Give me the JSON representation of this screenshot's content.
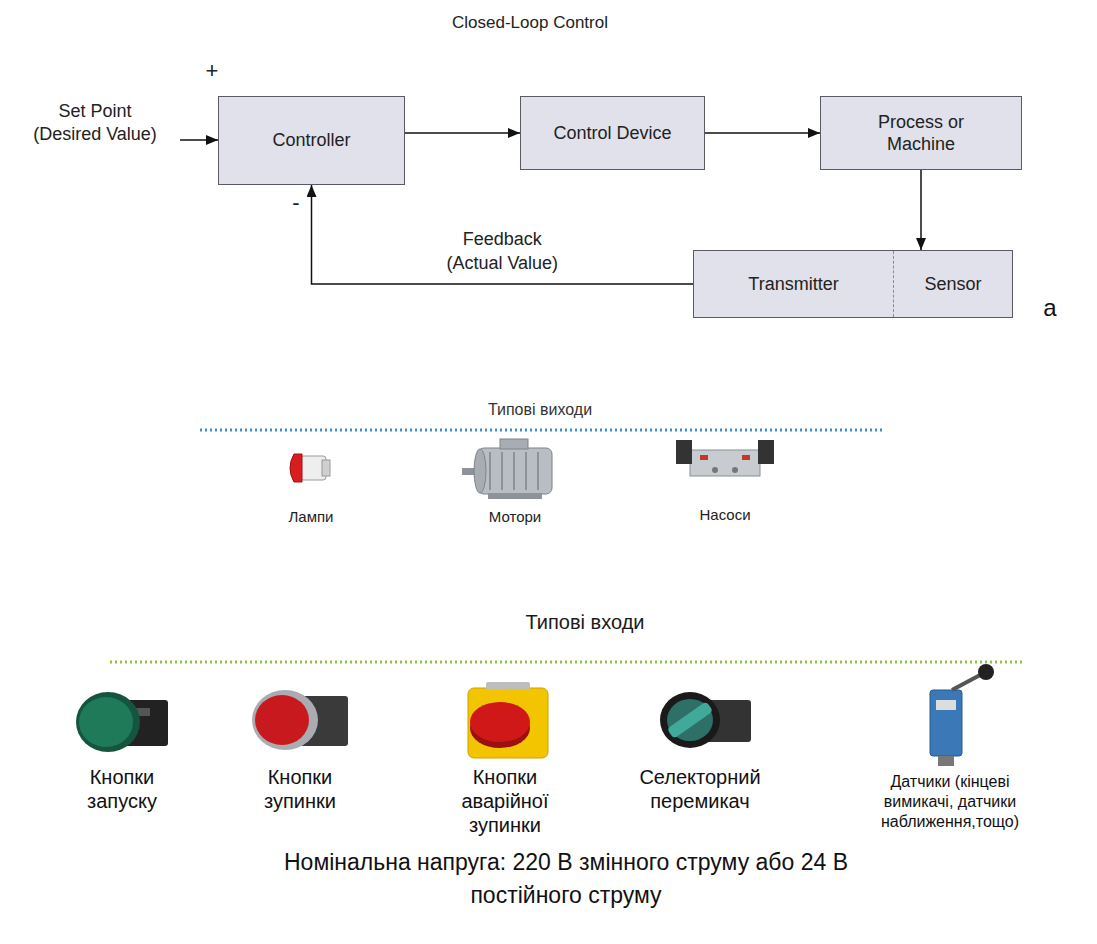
{
  "diagram": {
    "title": "Closed-Loop Control",
    "nodes": [
      {
        "text": [
          "Controller"
        ]
      },
      {
        "text": [
          "Control Device"
        ]
      },
      {
        "text": [
          "Process or Machine"
        ]
      },
      {
        "text": [
          "Transmitter",
          "Sensor"
        ]
      }
    ],
    "edges": [
      {
        "from": 0,
        "to": 1,
        "arrow": "to"
      },
      {
        "from": 1,
        "to": 2,
        "arrow": "to"
      },
      {
        "from": 2,
        "to": 3,
        "arrow": "to"
      },
      {
        "from": 3,
        "to": 0,
        "label": "Feedback (Actual Value)",
        "arrow": "to"
      }
    ],
    "labels": [
      "Set Point (Desired Value)",
      "+",
      "-",
      "a",
      "Типові виходи",
      "Лампи",
      "Мотори",
      "Насоси",
      "Типові входи",
      "Кнопки запуску",
      "Кнопки зупинки",
      "Кнопки аварійної зупинки",
      "Селекторний перемикач",
      "Датчики (кінцеві вимикачі, датчики наближення,тощо)",
      "Номінальна напруга: 220 В змінного струму або 24 В постійного струму"
    ]
  }
}
